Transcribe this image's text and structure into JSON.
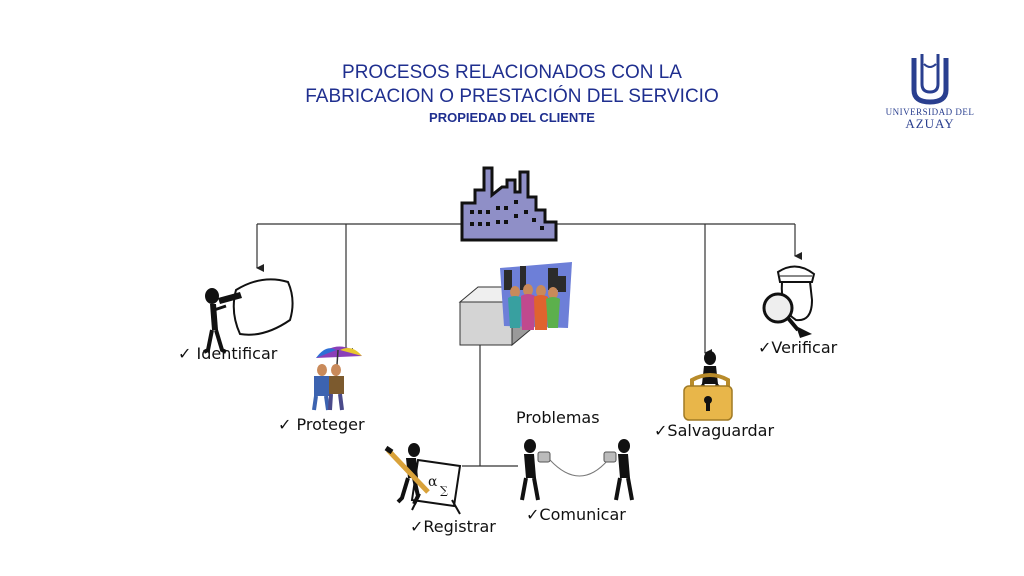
{
  "header": {
    "title_line1": "PROCESOS RELACIONADOS CON LA",
    "title_line2": "FABRICACION O PRESTACIÓN DEL SERVICIO",
    "subtitle": "PROPIEDAD DEL CLIENTE"
  },
  "logo": {
    "line1": "UNIVERSIDAD DEL",
    "line2": "AZUAY"
  },
  "diagram": {
    "identificar": "Identificar",
    "proteger": "Proteger",
    "registrar": "Registrar",
    "problemas": "Problemas",
    "comunicar": "Comunicar",
    "salvaguardar": "Salvaguardar",
    "verificar": "Verificar"
  },
  "colors": {
    "title": "#1f2f8f",
    "factory": "#8f8fc7",
    "lock": "#e8b64a"
  }
}
